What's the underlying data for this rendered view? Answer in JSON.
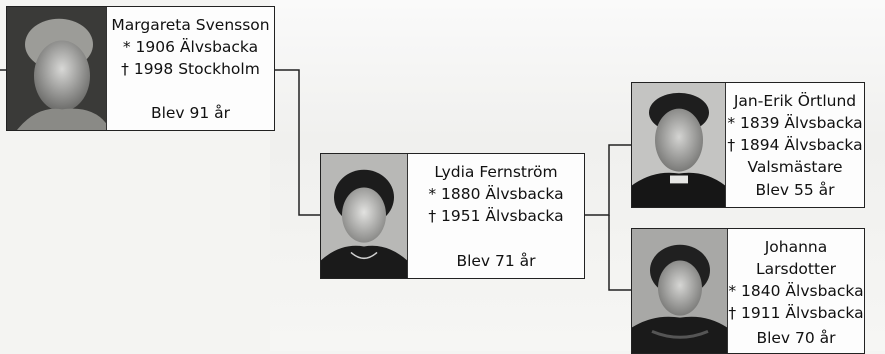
{
  "people": {
    "margareta": {
      "name": "Margareta Svensson",
      "born": "* 1906 Älvsbacka",
      "died": "† 1998 Stockholm",
      "extra": "",
      "age": "Blev 91 år"
    },
    "lydia": {
      "name": "Lydia Fernström",
      "born": "* 1880 Älvsbacka",
      "died": "† 1951 Älvsbacka",
      "extra": "",
      "age": "Blev 71 år"
    },
    "janerik": {
      "name": "Jan-Erik Örtlund",
      "born": "* 1839 Älvsbacka",
      "died": "† 1894 Älvsbacka",
      "extra": "Valsmästare",
      "age": "Blev 55 år"
    },
    "johanna": {
      "name": "Johanna Larsdotter",
      "born": "* 1840 Älvsbacka",
      "died": "† 1911 Älvsbacka",
      "extra": "",
      "age": "Blev 70 år"
    }
  },
  "colors": {
    "line": "#222222",
    "card_border": "#222222",
    "background": "#f4f4f2"
  }
}
